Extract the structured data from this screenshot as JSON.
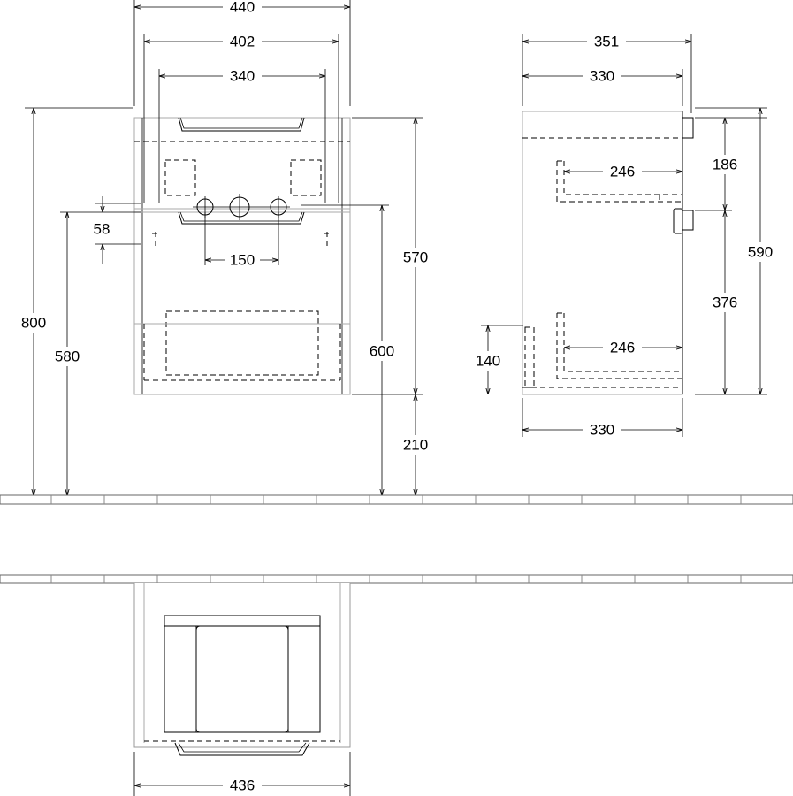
{
  "dimensions": {
    "front_width_overall": "440",
    "front_width_inner": "402",
    "front_width_drawer": "340",
    "front_height_total": "800",
    "front_height_580": "580",
    "front_offset_58": "58",
    "front_tap_spacing": "150",
    "front_height_570": "570",
    "front_height_600": "600",
    "front_height_210": "210",
    "side_depth_overall": "351",
    "side_depth_inner": "330",
    "side_drawer_top": "246",
    "side_drawer_bottom": "246",
    "side_height_140": "140",
    "side_depth_bottom": "330",
    "side_height_186": "186",
    "side_height_376": "376",
    "side_height_590": "590",
    "top_width": "436"
  }
}
